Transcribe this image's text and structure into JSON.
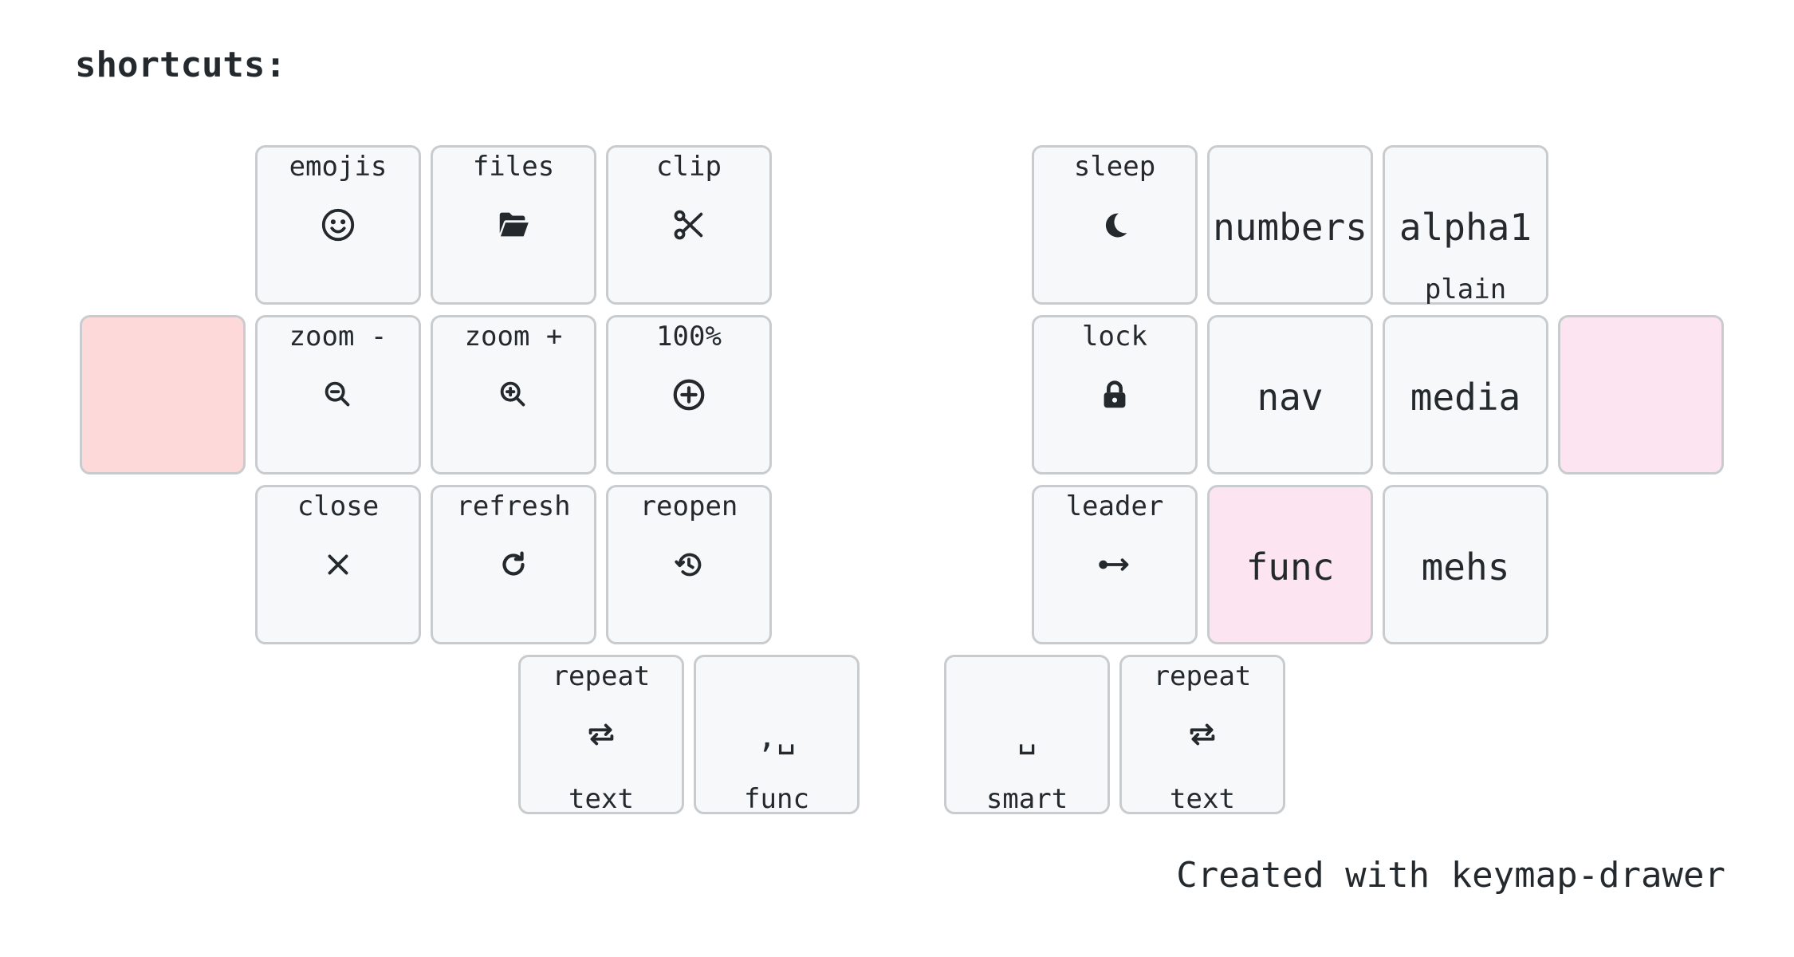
{
  "layer_title": "shortcuts:",
  "footer": "Created with keymap-drawer",
  "colors": {
    "key_bg": "#f6f8fa",
    "key_border": "#c9cccf",
    "held_bg": "#fdd9d9",
    "pink_bg": "#fce4f1",
    "text": "#24292e"
  },
  "keys": {
    "emojis": {
      "hold": "emojis",
      "icon": "smile-icon"
    },
    "files": {
      "hold": "files",
      "icon": "folder-open-icon"
    },
    "clip": {
      "hold": "clip",
      "icon": "scissors-icon"
    },
    "zoom_out": {
      "hold": "zoom -",
      "icon": "zoom-out-icon"
    },
    "zoom_in": {
      "hold": "zoom +",
      "icon": "zoom-in-icon"
    },
    "zoom_reset": {
      "hold": "100%",
      "icon": "circle-plus-icon"
    },
    "close": {
      "hold": "close",
      "icon": "x-icon"
    },
    "refresh": {
      "hold": "refresh",
      "icon": "refresh-icon"
    },
    "reopen": {
      "hold": "reopen",
      "icon": "history-icon"
    },
    "sleep": {
      "hold": "sleep",
      "icon": "moon-icon"
    },
    "numbers": {
      "tap": "numbers"
    },
    "alpha1": {
      "tap": "alpha1",
      "shifted": "plain"
    },
    "lock": {
      "hold": "lock",
      "icon": "lock-icon"
    },
    "nav": {
      "tap": "nav"
    },
    "media": {
      "tap": "media"
    },
    "leader": {
      "hold": "leader",
      "icon": "leader-arrow-icon"
    },
    "func": {
      "tap": "func"
    },
    "mehs": {
      "tap": "mehs"
    },
    "repeat_left": {
      "hold": "repeat",
      "bottom": "text",
      "icon": "repeat-icon"
    },
    "func_thumb": {
      "tap": ",␣",
      "bottom": "func"
    },
    "smart_space": {
      "tap": "␣",
      "bottom": "smart"
    },
    "repeat_right": {
      "hold": "repeat",
      "bottom": "text",
      "icon": "repeat-icon"
    }
  }
}
